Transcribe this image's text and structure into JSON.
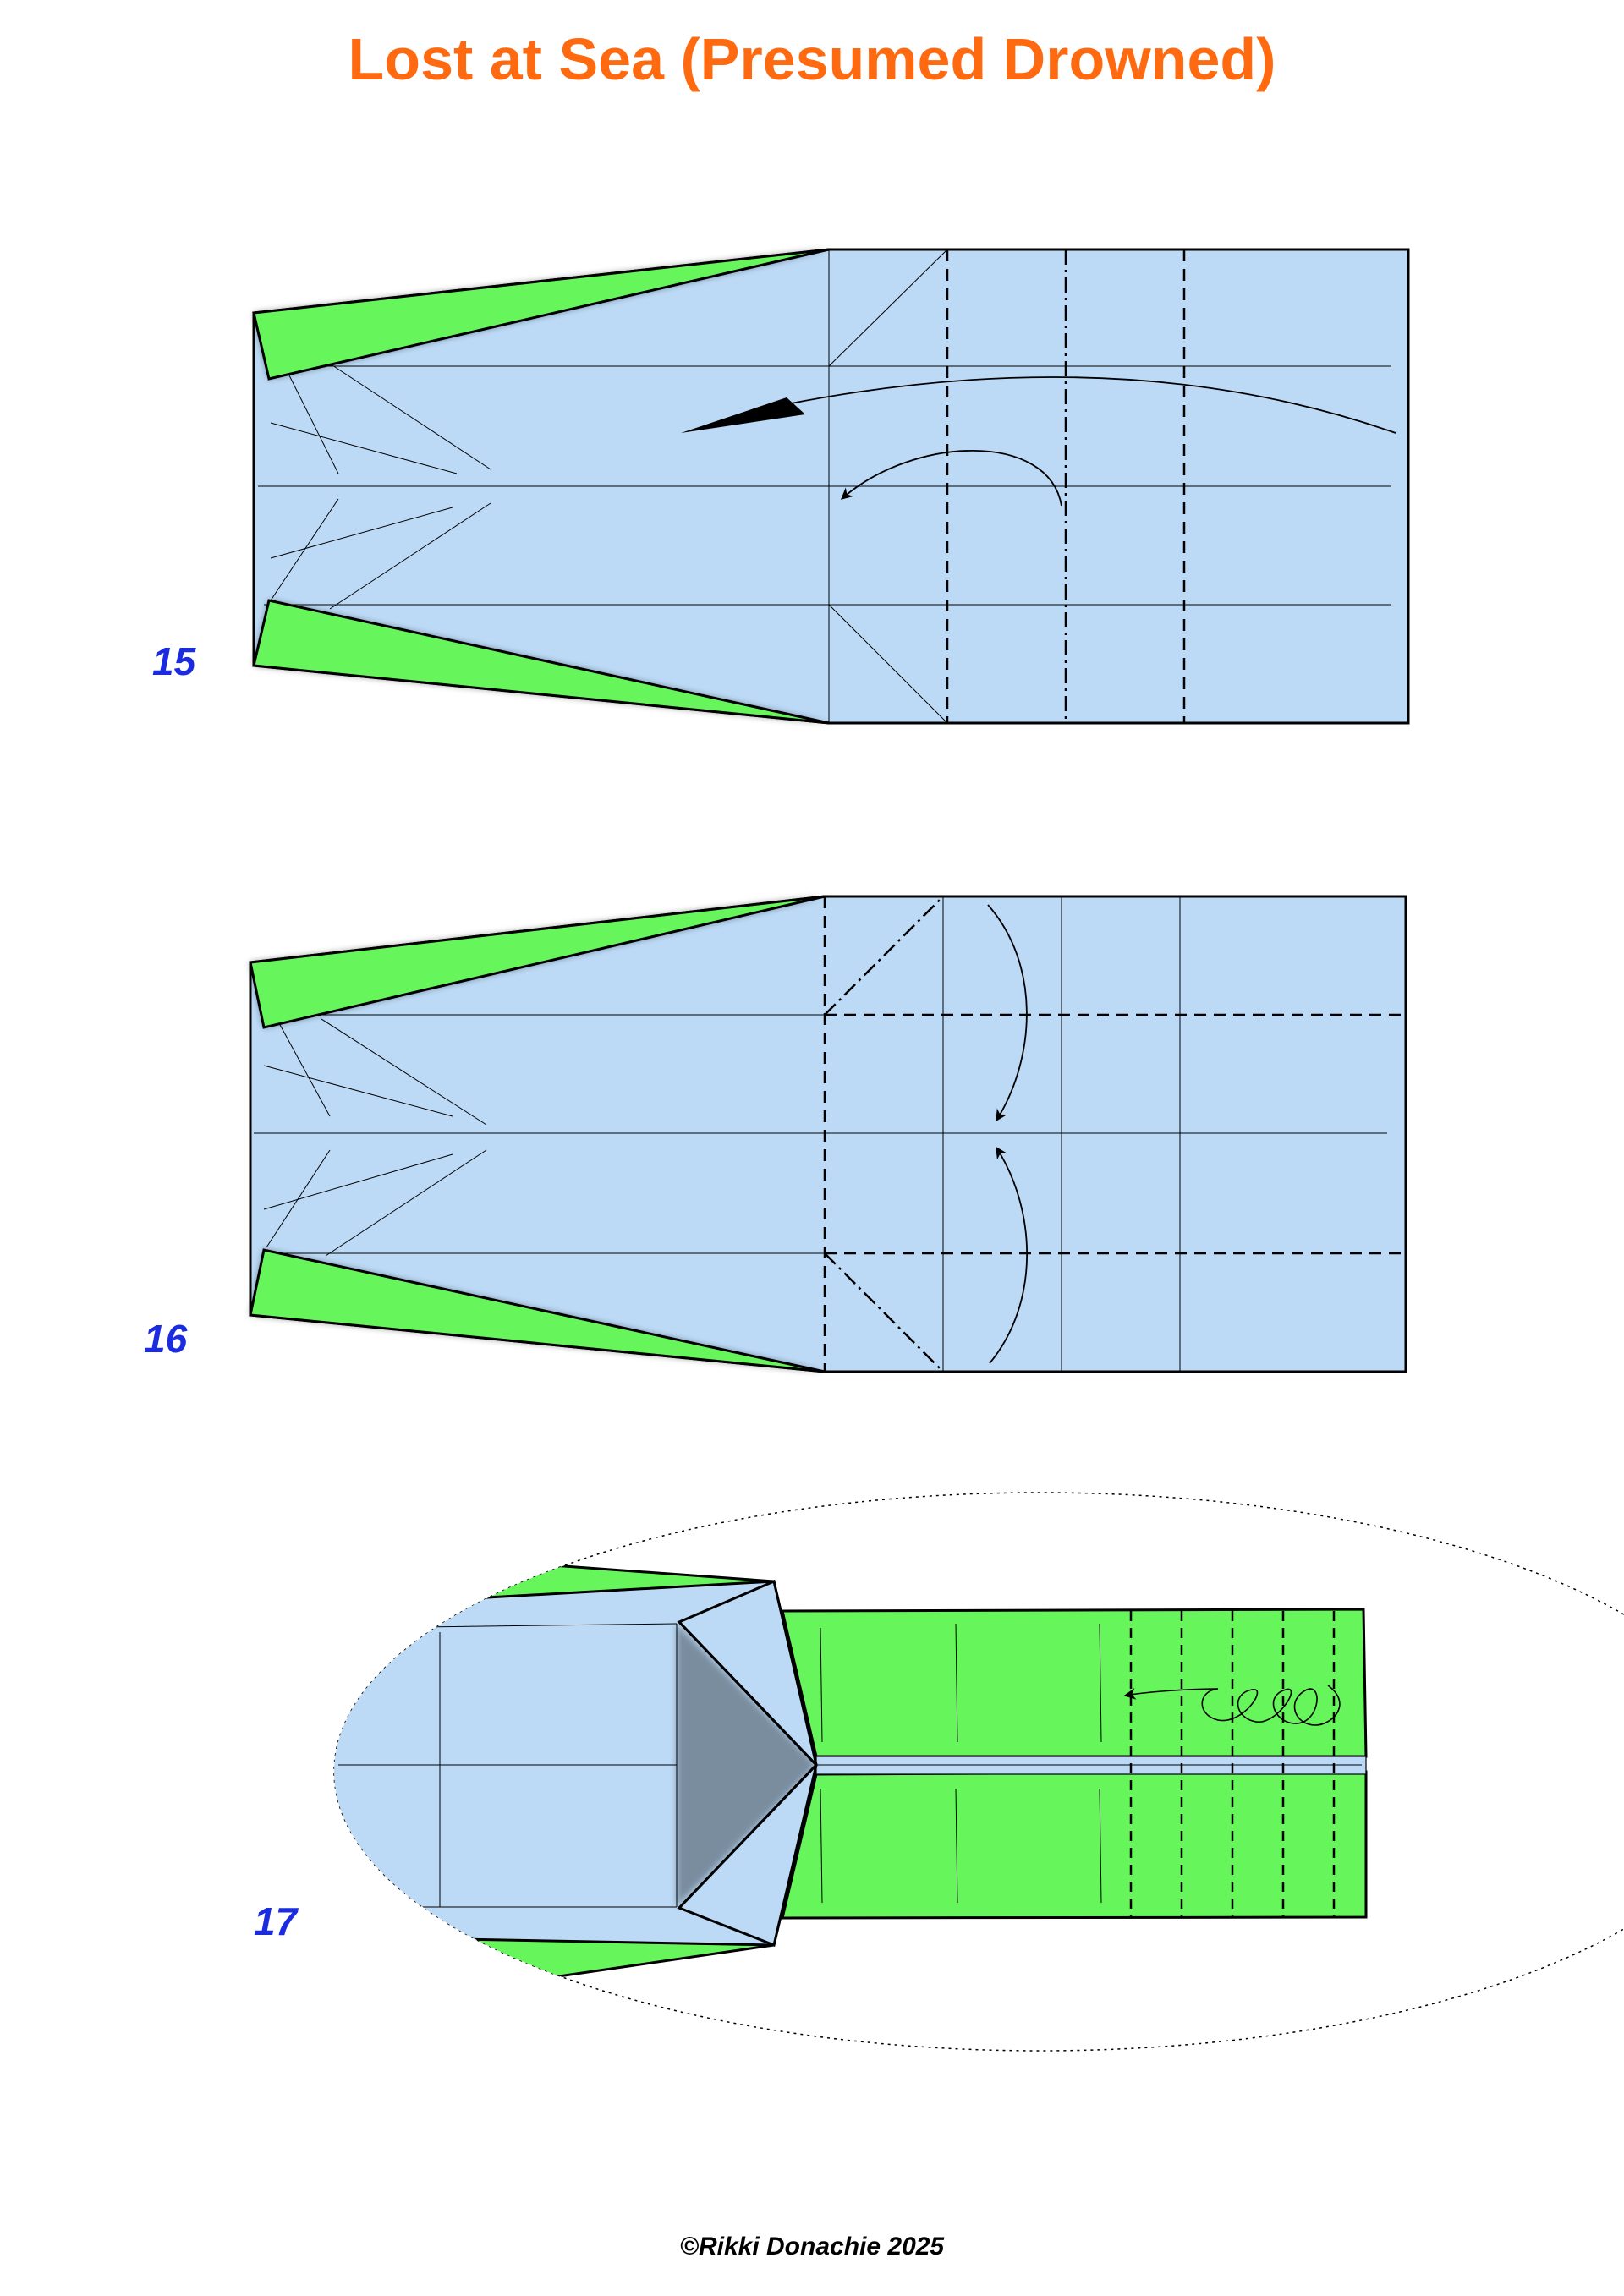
{
  "title": "Lost at Sea (Presumed Drowned)",
  "steps": [
    {
      "number": "15"
    },
    {
      "number": "16"
    },
    {
      "number": "17"
    }
  ],
  "copyright": "©Rikki Donachie 2025",
  "colors": {
    "title": "#ff6a10",
    "step_number": "#1a2be0",
    "paper_front": "#bcdaf6",
    "paper_back": "#66f55a"
  }
}
